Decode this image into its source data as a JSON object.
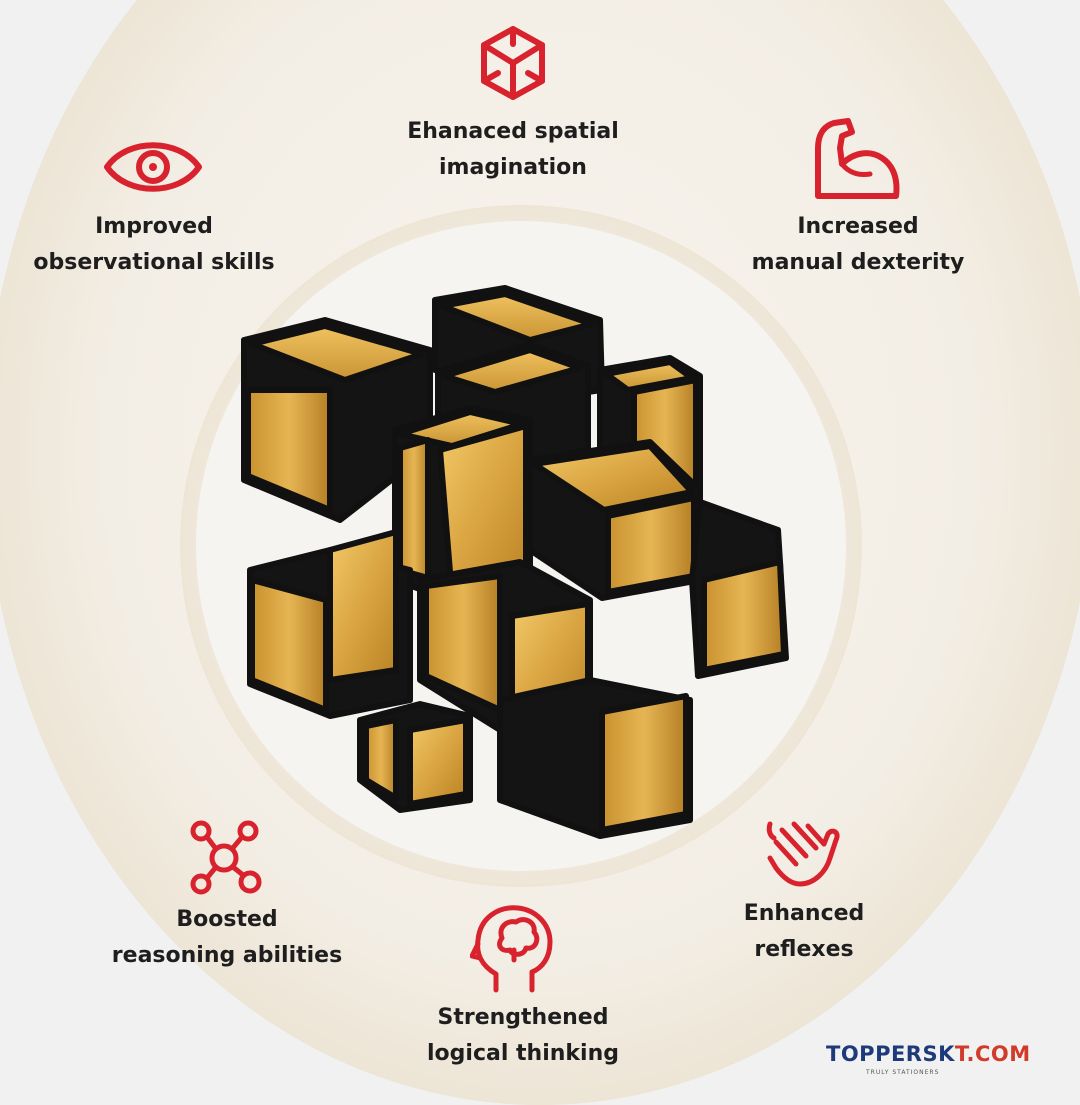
{
  "features": {
    "spatial": {
      "line1": "Ehanaced spatial",
      "line2": "imagination",
      "icon": "cube-outline-icon"
    },
    "observational": {
      "line1": "Improved",
      "line2": "observational skills",
      "icon": "eye-icon"
    },
    "dexterity": {
      "line1": "Increased",
      "line2": "manual dexterity",
      "icon": "flexed-arm-icon"
    },
    "reasoning": {
      "line1": "Boosted",
      "line2": "reasoning abilities",
      "icon": "network-nodes-icon"
    },
    "reflexes": {
      "line1": "Enhanced",
      "line2": "reflexes",
      "icon": "waving-hand-icon"
    },
    "logical": {
      "line1": "Strengthened",
      "line2": "logical thinking",
      "icon": "head-brain-icon"
    }
  },
  "logo": {
    "name_part1": "TOPPERSK",
    "name_part2": "T",
    "name_part3": ".COM",
    "tagline": "TRULY STATIONERS"
  },
  "colors": {
    "icon_red": "#d8232e",
    "gold": "#d9a441",
    "cube_black": "#141414",
    "text": "#1e1e1e"
  }
}
